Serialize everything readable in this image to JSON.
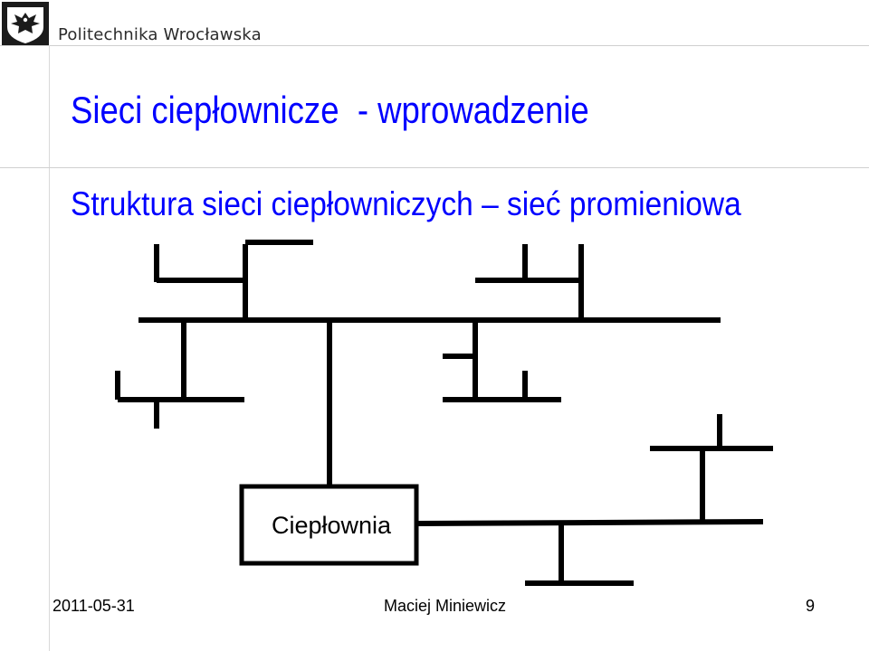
{
  "header": {
    "institution": "Politechnika Wrocławska",
    "logo_icon": "eagle-crest-icon"
  },
  "slide": {
    "title": "Sieci ciepłownicze  - wprowadzenie",
    "subtitle": "Struktura sieci ciepłowniczych – sieć promieniowa",
    "title_color": "#0000ff"
  },
  "diagram": {
    "type": "radial heating network",
    "plant_label": "Ciepłownia"
  },
  "footer": {
    "date": "2011-05-31",
    "author": "Maciej Miniewicz",
    "page": "9"
  }
}
